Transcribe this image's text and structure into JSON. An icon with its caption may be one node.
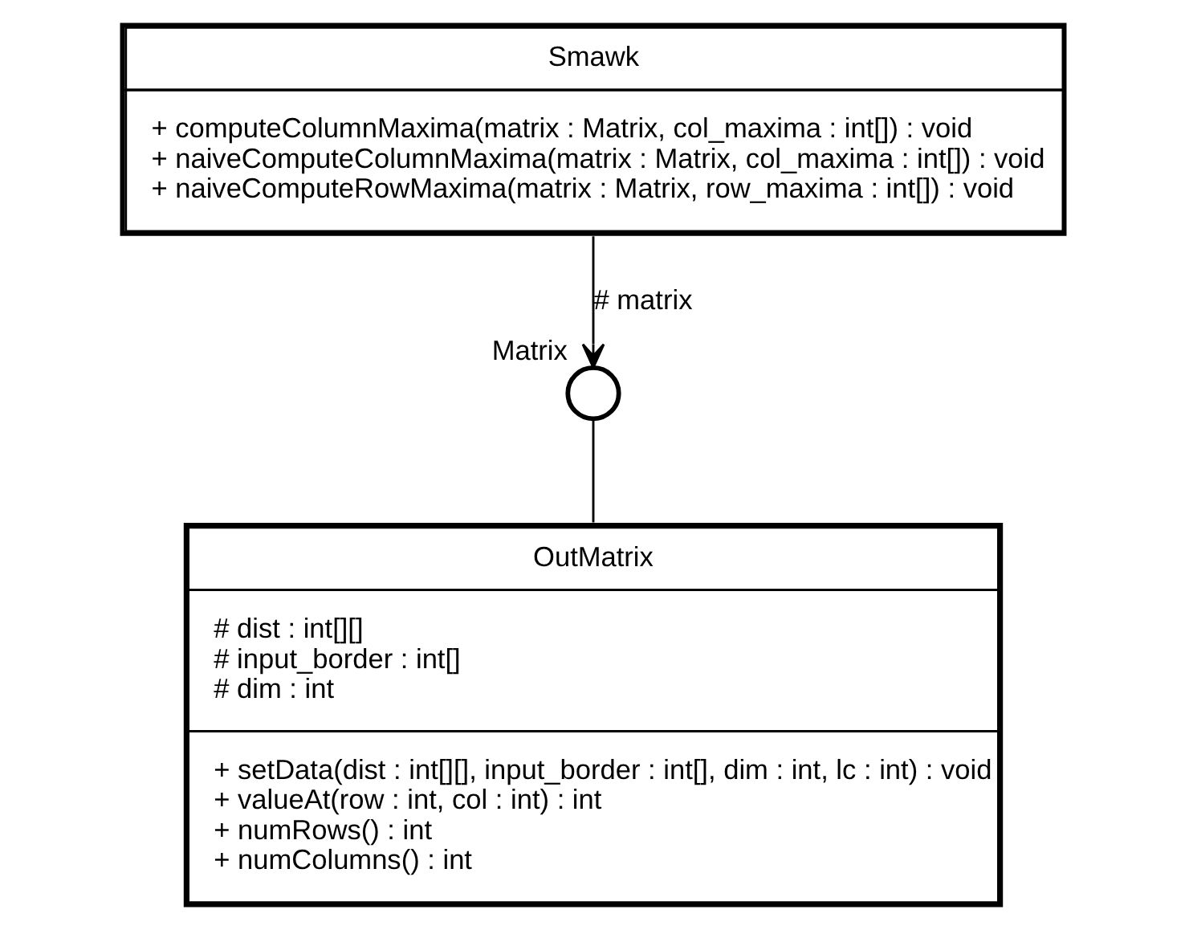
{
  "diagram": {
    "nodes": [
      {
        "text": [
          "Smawk",
          "+ computeColumnMaxima(matrix : Matrix, col_maxima : int[]) : void",
          "+ naiveComputeColumnMaxima(matrix : Matrix, col_maxima : int[]) : void",
          "+ naiveComputeRowMaxima(matrix : Matrix, row_maxima : int[]) : void"
        ]
      },
      {
        "text": [],
        "shape": "circle",
        "beside": [
          "Matrix"
        ]
      },
      {
        "text": [
          "OutMatrix",
          "# dist : int[][]",
          "# input_border : int[]",
          "# dim : int",
          "+ setData(dist : int[][], input_border : int[], dim : int, lc : int) : void",
          "+ valueAt(row : int, col : int) : int",
          "+ numRows() : int",
          "+ numColumns() : int"
        ]
      }
    ],
    "edges": [
      {
        "from": 0,
        "to": 1,
        "arrow": "to",
        "label": "# matrix"
      },
      {
        "from": 2,
        "to": 1,
        "arrow": "none"
      }
    ]
  }
}
